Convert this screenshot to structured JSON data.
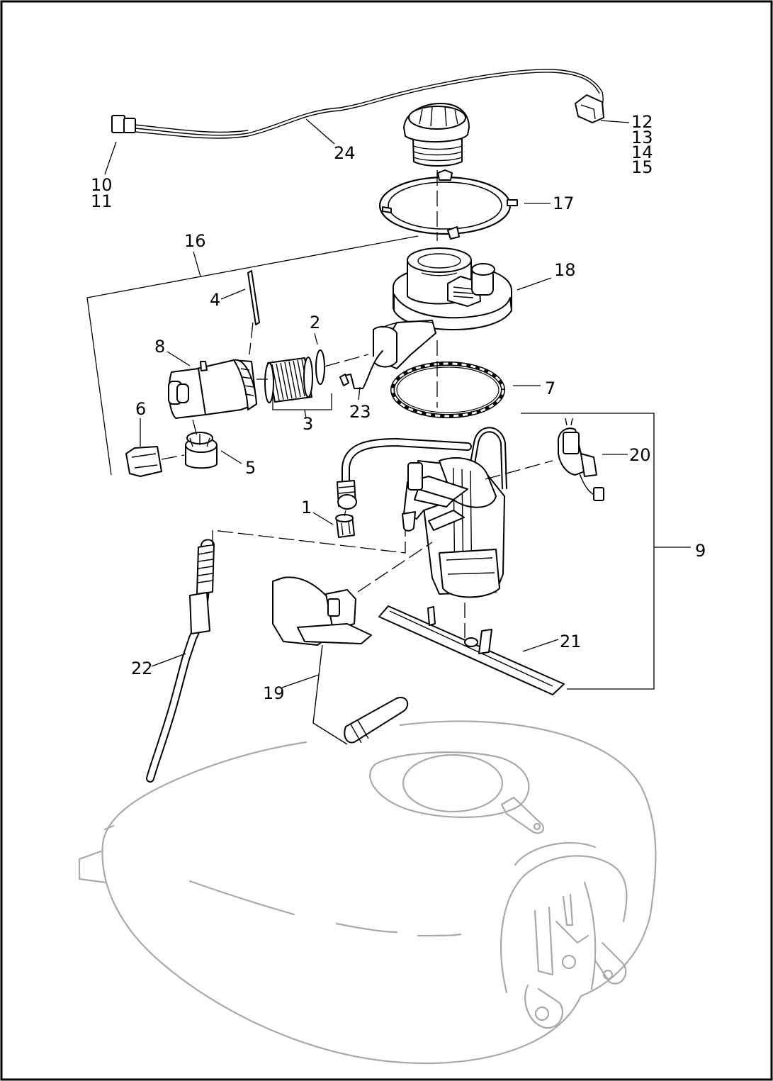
{
  "callouts": {
    "c1": "1",
    "c2": "2",
    "c3": "3",
    "c4": "4",
    "c5": "5",
    "c6": "6",
    "c7": "7",
    "c8": "8",
    "c9": "9",
    "c10": "10",
    "c11": "11",
    "c12": "12",
    "c13": "13",
    "c14": "14",
    "c15": "15",
    "c16": "16",
    "c17": "17",
    "c18": "18",
    "c19": "19",
    "c20": "20",
    "c21": "21",
    "c22": "22",
    "c23": "23",
    "c24": "24"
  },
  "colors": {
    "line": "#000000",
    "ghost_outline": "#a9a9a9",
    "background": "#ffffff"
  }
}
